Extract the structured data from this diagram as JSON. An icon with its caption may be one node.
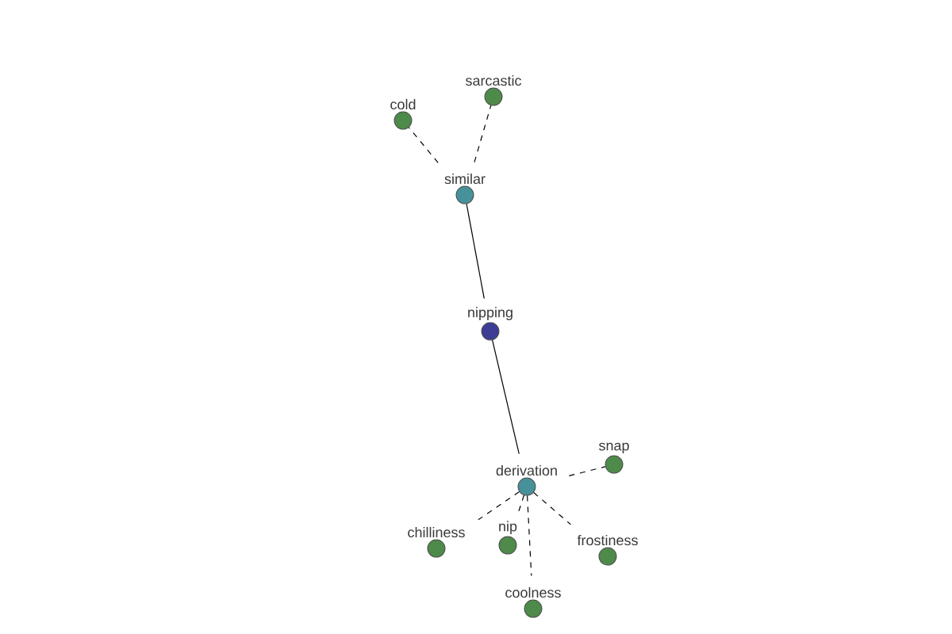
{
  "diagram": {
    "nodes": [
      {
        "text": [
          "sarcastic"
        ]
      },
      {
        "text": [
          "cold"
        ]
      },
      {
        "text": [
          "similar"
        ]
      },
      {
        "text": [
          "nipping"
        ]
      },
      {
        "text": [
          "snap"
        ]
      },
      {
        "text": [
          "derivation"
        ]
      },
      {
        "text": [
          "chilliness"
        ]
      },
      {
        "text": [
          "nip"
        ]
      },
      {
        "text": [
          "frostiness"
        ]
      },
      {
        "text": [
          "coolness"
        ]
      }
    ],
    "edges": [
      {
        "from": 3,
        "to": 2,
        "arrow": "none"
      },
      {
        "from": 3,
        "to": 5,
        "arrow": "none"
      },
      {
        "from": 2,
        "to": 1,
        "arrow": "none",
        "style": "dashed"
      },
      {
        "from": 2,
        "to": 0,
        "arrow": "none",
        "style": "dashed"
      },
      {
        "from": 5,
        "to": 4,
        "arrow": "none",
        "style": "dashed"
      },
      {
        "from": 5,
        "to": 6,
        "arrow": "none",
        "style": "dashed"
      },
      {
        "from": 5,
        "to": 7,
        "arrow": "none",
        "style": "dashed"
      },
      {
        "from": 5,
        "to": 8,
        "arrow": "none",
        "style": "dashed"
      },
      {
        "from": 5,
        "to": 9,
        "arrow": "none",
        "style": "dashed"
      }
    ]
  }
}
